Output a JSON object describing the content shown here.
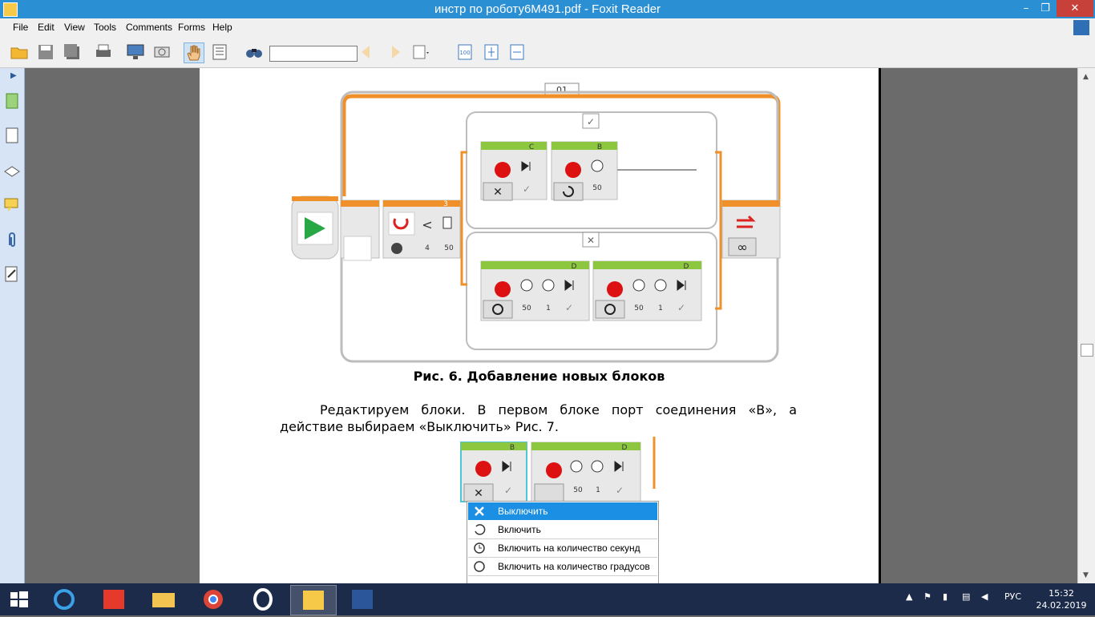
{
  "window": {
    "title": "инстр по роботу6М491.pdf - Foxit Reader",
    "minimize": "–",
    "restore": "❐",
    "close": "✕"
  },
  "menu": [
    "File",
    "Edit",
    "View",
    "Tools",
    "Comments",
    "Forms",
    "Help"
  ],
  "search": {
    "value": "",
    "placeholder": ""
  },
  "figure1": {
    "tag": "01",
    "loop_count": "3",
    "compare_op": "<",
    "compare_a": "4",
    "compare_b": "50",
    "port_c": "C",
    "port_b": "B",
    "power_b": "50",
    "port_d1": "D",
    "port_d2": "D",
    "d1_power": "50",
    "d1_rot": "1",
    "d2_power": "50",
    "d2_rot": "1",
    "infinity": "∞",
    "check": "✓",
    "cross": "✕"
  },
  "caption": "Рис. 6. Добавление новых блоков",
  "paragraph": "Редактируем блоки. В первом блоке порт соединения «В», а действие выбираем «Выключить» Рис. 7.",
  "figure2": {
    "port_b": "B",
    "port_d": "D",
    "d_power": "50",
    "d_rot": "1"
  },
  "context_menu": [
    {
      "label": "Выключить",
      "icon": "cross-icon",
      "selected": true
    },
    {
      "label": "Включить",
      "icon": "rotate-icon",
      "selected": false
    },
    {
      "label": "Включить на количество секунд",
      "icon": "timer-icon",
      "selected": false
    },
    {
      "label": "Включить на количество градусов",
      "icon": "degrees-icon",
      "selected": false
    }
  ],
  "tray": {
    "lang": "РУС",
    "time": "15:32",
    "date": "24.02.2019"
  },
  "colors": {
    "title": "#2b8fd4",
    "taskbar": "#1d2b4a",
    "orange": "#f0902a",
    "green": "#8dc63f",
    "selected": "#1a8fe3"
  }
}
